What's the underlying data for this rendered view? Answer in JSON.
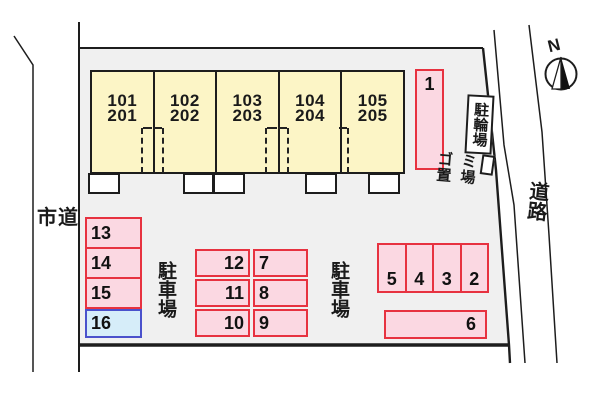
{
  "diagram": {
    "north_label": "N",
    "roads": {
      "left_road": "市道",
      "right_road": "道路"
    },
    "areas": {
      "parking_label_left": "駐車場",
      "parking_label_right": "駐車場",
      "bicycle_parking": "駐輪場",
      "garbage_line1": "ゴミ",
      "garbage_line2": "置場"
    },
    "building": {
      "units": [
        {
          "line1": "101",
          "line2": "201"
        },
        {
          "line1": "102",
          "line2": "202"
        },
        {
          "line1": "103",
          "line2": "203"
        },
        {
          "line1": "104",
          "line2": "204"
        },
        {
          "line1": "105",
          "line2": "205"
        }
      ]
    },
    "spaces": {
      "s1": "1",
      "s2": "2",
      "s3": "3",
      "s4": "4",
      "s5": "5",
      "s6": "6",
      "s7": "7",
      "s8": "8",
      "s9": "9",
      "s10": "10",
      "s11": "11",
      "s12": "12",
      "s13": "13",
      "s14": "14",
      "s15": "15",
      "s16": "16"
    },
    "colors": {
      "site_fill": "#f0f0f0",
      "building_fill": "#fcf5c6",
      "space_fill": "#fbd8e2",
      "space_border": "#e73240",
      "space16_fill": "#d6edf9",
      "space16_border": "#4a51cc",
      "line": "#1d1d1d"
    }
  }
}
